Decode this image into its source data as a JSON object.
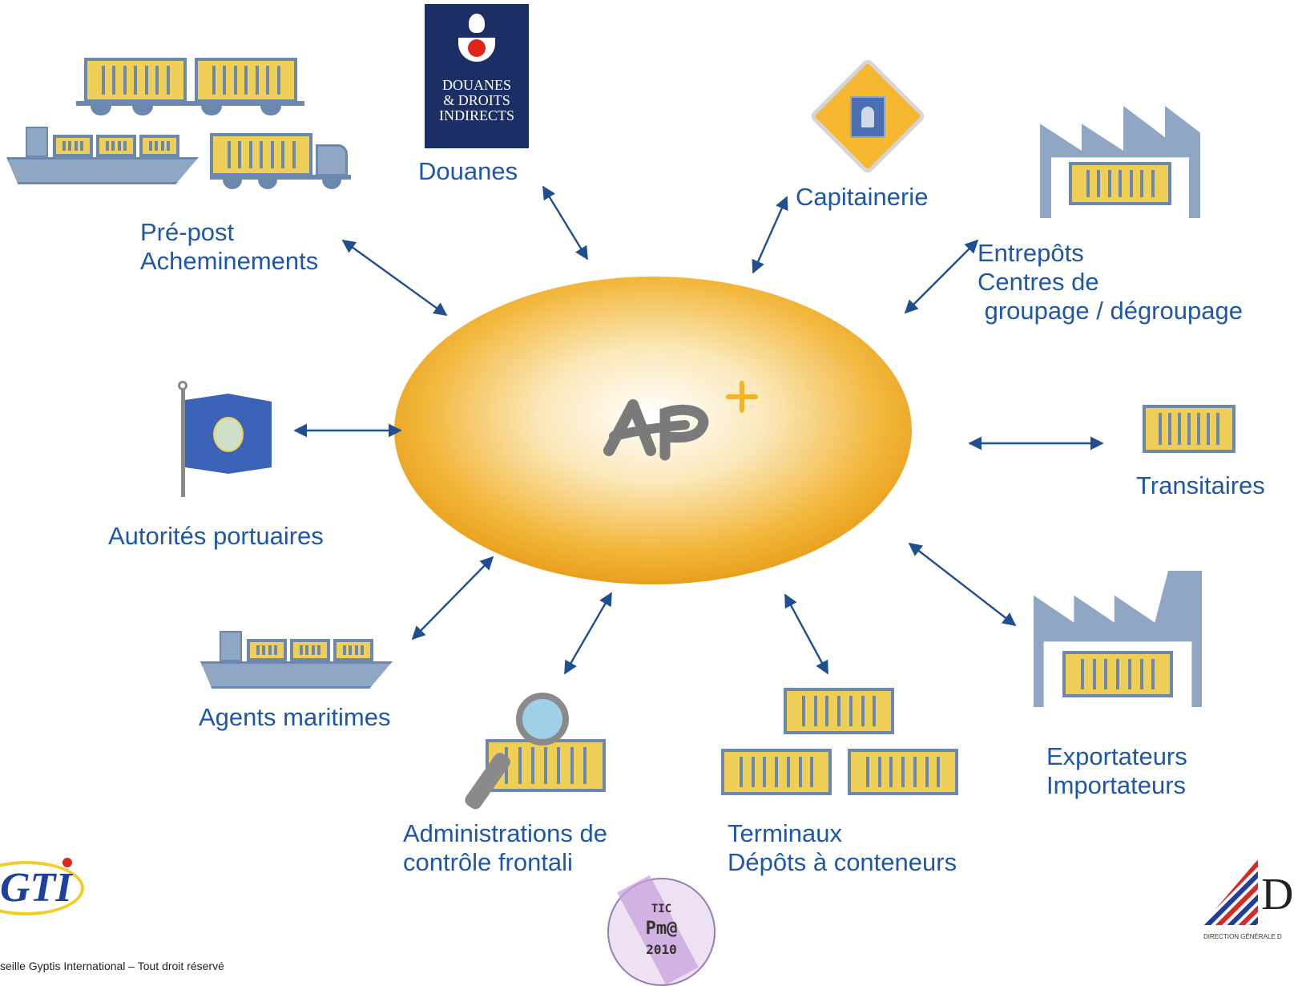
{
  "hub": {
    "logo_text": "AP",
    "accent": "#f5b31f",
    "fill": "#f2b73c"
  },
  "nodes": {
    "douanes": {
      "label": "Douanes",
      "logo_lines": [
        "DOUANES",
        "& DROITS",
        "INDIRECTS"
      ]
    },
    "capitainerie": {
      "label": "Capitainerie"
    },
    "entrepots": {
      "lines": [
        "Entrepôts",
        "Centres de",
        " groupage / dégroupage"
      ]
    },
    "transitaires": {
      "label": "Transitaires"
    },
    "exportateurs": {
      "lines": [
        "Exportateurs",
        "Importateurs"
      ]
    },
    "terminaux": {
      "lines": [
        "Terminaux",
        "Dépôts à conteneurs"
      ]
    },
    "administrations": {
      "lines": [
        "Administrations de",
        "contrôle frontali"
      ]
    },
    "agents": {
      "label": "Agents maritimes"
    },
    "autorites": {
      "label": "Autorités portuaires"
    },
    "prepost": {
      "lines": [
        "Pré-post",
        "Acheminements"
      ]
    }
  },
  "logos": {
    "gti": "GTI",
    "ticpme": [
      "TIC",
      "Pm@",
      "2010"
    ],
    "dgddi": {
      "letter": "D",
      "caption": "DIRECTION GÉNÉRALE D"
    }
  },
  "footer": "seille Gyptis International – Tout droit réservé",
  "colors": {
    "label": "#1f57a8",
    "arrow": "#1f4f8f",
    "container": "#f0cf56",
    "steel": "#6d88ad"
  }
}
